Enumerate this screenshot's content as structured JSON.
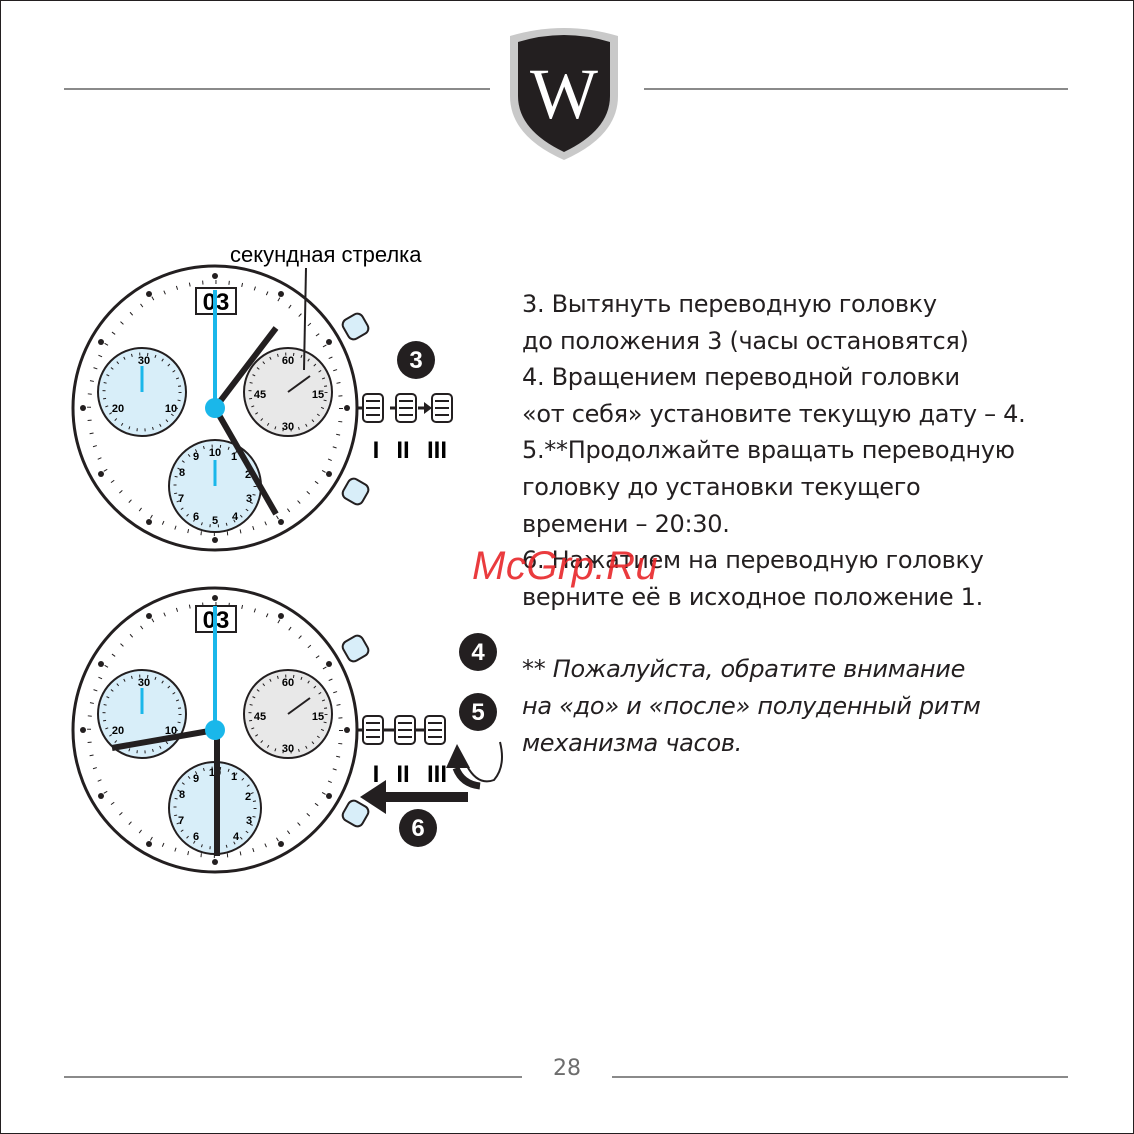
{
  "brand": {
    "logo_letter": "W"
  },
  "figure": {
    "second_hand_label": "секундная стрелка",
    "date_window": "03",
    "crown_positions": [
      "I",
      "II",
      "III"
    ],
    "step_badges": [
      "3",
      "4",
      "5",
      "6"
    ],
    "subdial_left_labels": [
      "30",
      "20",
      "10"
    ],
    "subdial_right_labels": [
      "60",
      "45",
      "15",
      "30"
    ],
    "subdial_bottom_labels": [
      "10",
      "9",
      "1",
      "8",
      "2",
      "7",
      "3",
      "6",
      "5",
      "4"
    ],
    "accent_color": "#1ab7ea",
    "subdial_fill_blue": "#d8eef9",
    "subdial_fill_grey": "#e8e8e8"
  },
  "instructions": [
    "3. Вытянуть переводную головку",
    "до положения 3  (часы остановятся)",
    "4. Вращением переводной головки",
    "«от себя»  установите текущую дату – 4.",
    "5.**Продолжайте вращать переводную",
    "головку до установки текущего",
    "времени – 20:30.",
    "6. Нажатием на переводную головку",
    "верните её в исходное положение 1."
  ],
  "note": [
    "** Пожалуйста, обратите внимание",
    "на «до» и «после» полуденный ритм",
    "механизма часов."
  ],
  "watermark": "McGrp.Ru",
  "page_number": "28"
}
